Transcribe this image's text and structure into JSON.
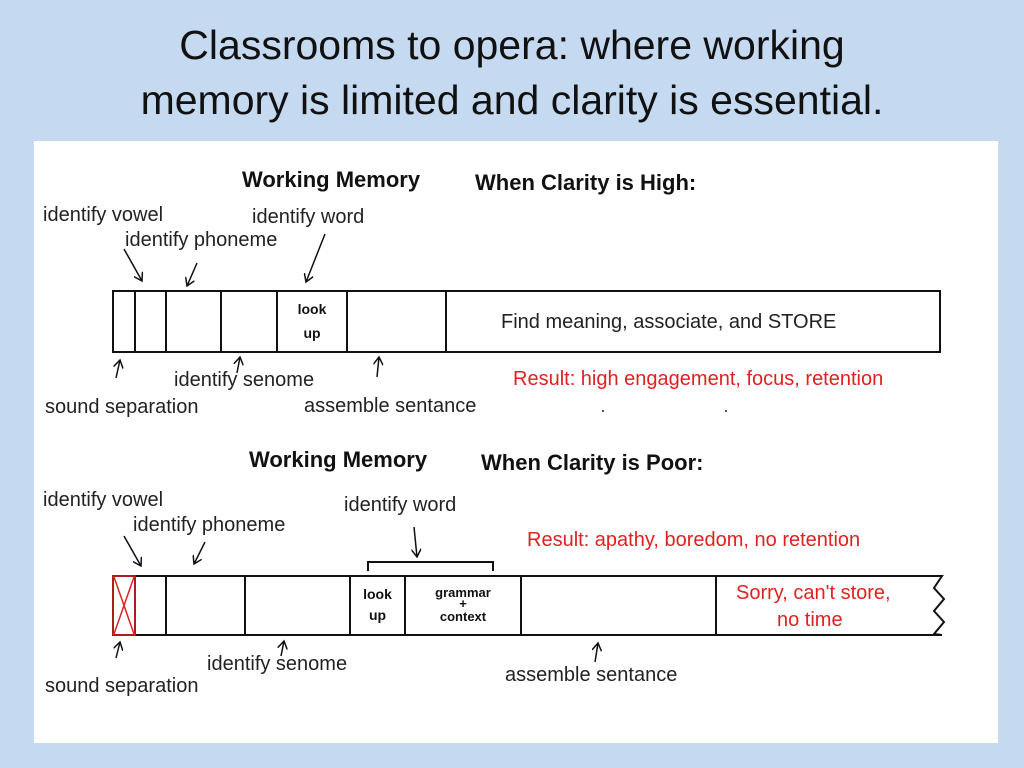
{
  "title": {
    "line1": "Classrooms to opera: where working",
    "line2": "memory is limited  and clarity is essential."
  },
  "high": {
    "heading_a": "Working Memory",
    "heading_b": "When Clarity is High:",
    "identify_vowel": "identify vowel",
    "identify_phoneme": "identify phoneme",
    "identify_word": "identify word",
    "look": "look",
    "up": "up",
    "store_text": "Find meaning, associate, and STORE",
    "identify_senome": "identify senome",
    "sound_separation": "sound separation",
    "assemble_sentance": "assemble sentance",
    "result": "Result: high engagement, focus, retention"
  },
  "poor": {
    "heading_a": "Working Memory",
    "heading_b": "When Clarity is Poor:",
    "identify_vowel": "identify vowel",
    "identify_phoneme": "identify phoneme",
    "identify_word": "identify word",
    "result": "Result: apathy, boredom, no retention",
    "look": "look",
    "up": "up",
    "grammar": "grammar",
    "plus": "+",
    "context": "context",
    "sorry_line1": "Sorry, can't store,",
    "sorry_line2": "no time",
    "identify_senome": "identify senome",
    "sound_separation": "sound separation",
    "assemble_sentance": "assemble sentance"
  },
  "colors": {
    "background": "#c5d9f1",
    "panel": "#ffffff",
    "red": "#dd2222",
    "line": "#111111"
  }
}
